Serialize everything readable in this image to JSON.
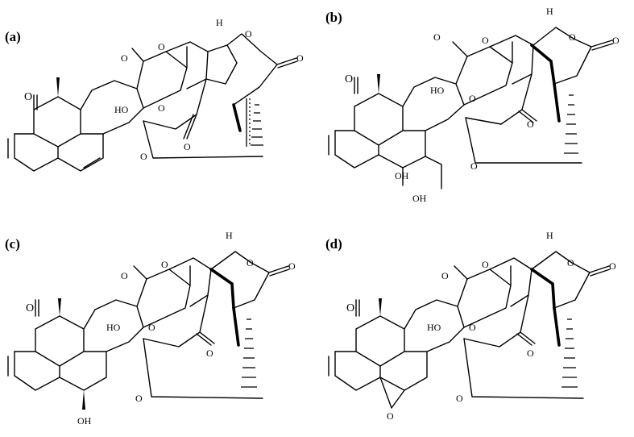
{
  "panels": [
    {
      "label": "(a)",
      "atoms": [
        "O",
        "O",
        "O",
        "O",
        "H",
        "O",
        "HO",
        "O",
        "O",
        "O"
      ]
    },
    {
      "label": "(b)",
      "atoms": [
        "O",
        "O",
        "O",
        "H",
        "O",
        "O",
        "HO",
        "O",
        "O",
        "OH",
        "OH",
        "O"
      ]
    },
    {
      "label": "(c)",
      "atoms": [
        "O",
        "O",
        "O",
        "H",
        "O",
        "O",
        "HO",
        "O",
        "O",
        "O",
        "OH"
      ]
    },
    {
      "label": "(d)",
      "atoms": [
        "O",
        "O",
        "O",
        "H",
        "O",
        "O",
        "HO",
        "O",
        "O",
        "O",
        "O"
      ]
    }
  ]
}
